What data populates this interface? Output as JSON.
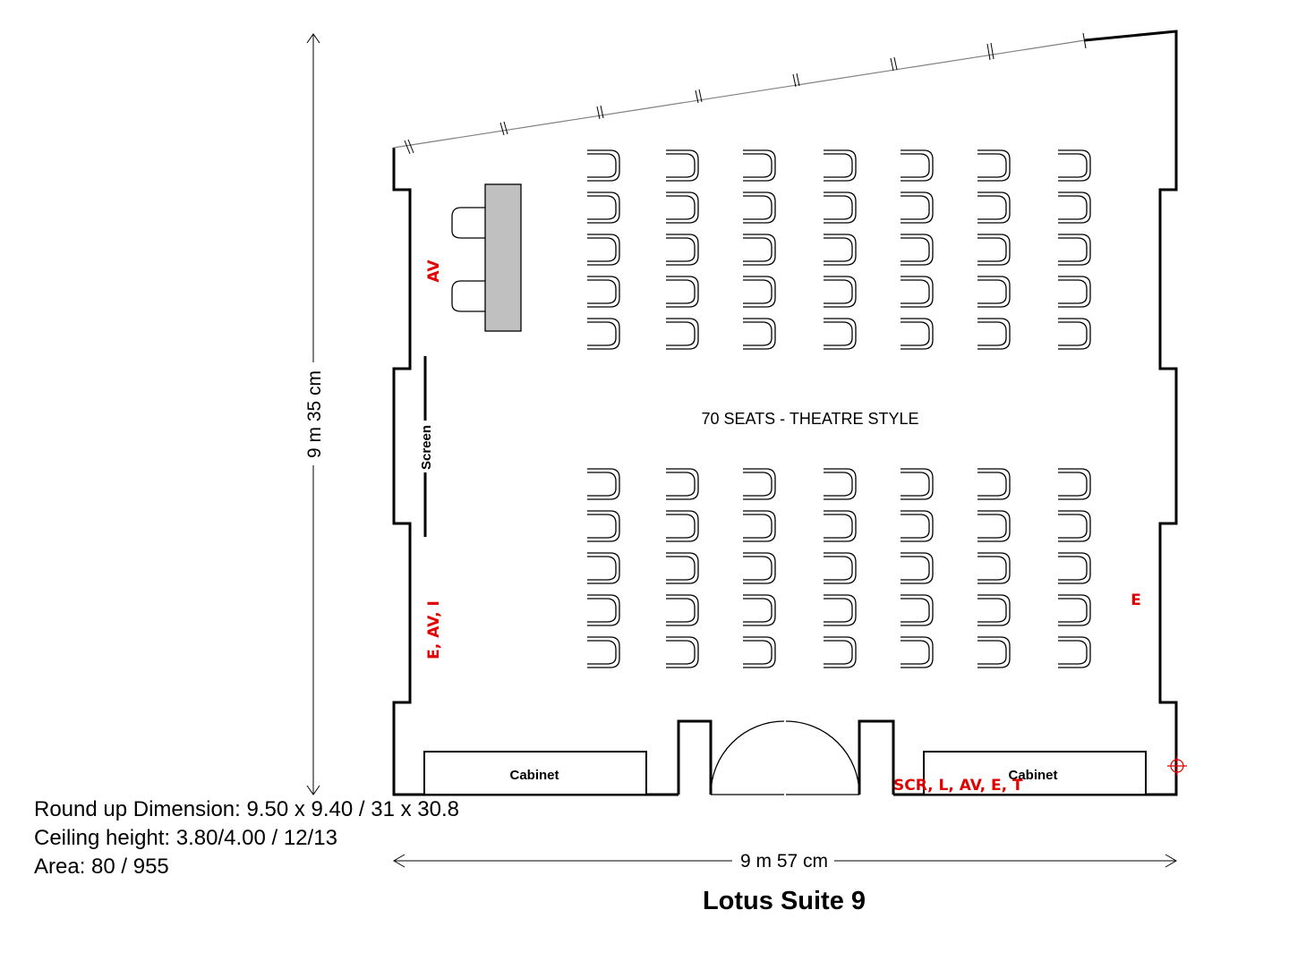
{
  "title": "Lotus Suite 9",
  "dimensions": {
    "height_label": "9 m 35 cm",
    "width_label": "9 m 57 cm"
  },
  "seating_label": "70 SEATS - THEATRE STYLE",
  "fixtures": {
    "screen": "Screen",
    "cabinet_left": "Cabinet",
    "cabinet_right": "Cabinet"
  },
  "service_points": {
    "av_top": "AV",
    "left_wall": "E, AV, I",
    "right_wall": "E",
    "door": "SCR, L, AV, E, T"
  },
  "info": {
    "round_up": "Round up Dimension: 9.50 x 9.40 / 31 x 30.8",
    "ceiling": "Ceiling height: 3.80/4.00 / 12/13",
    "area": "Area: 80 / 955"
  },
  "seating": {
    "rows_per_block": 5,
    "columns": 7,
    "blocks": 2,
    "total_seats": 70
  },
  "colors": {
    "walls": "#000000",
    "service_labels": "#e00000",
    "av_table": "#c0c0c0"
  }
}
